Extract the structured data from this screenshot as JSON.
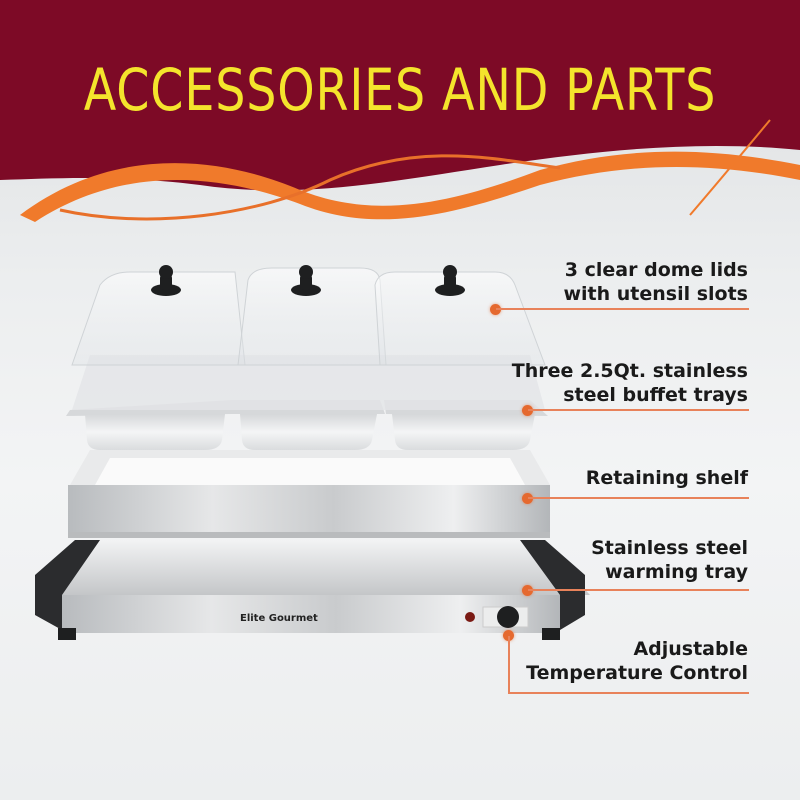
{
  "banner": {
    "title": "ACCESSORIES AND PARTS",
    "background_color": "#7d0a26",
    "title_color": "#f4e42c",
    "ribbon_color": "#f07a2b"
  },
  "product": {
    "brand": "Elite Gourmet",
    "lids": 3,
    "trays": 3
  },
  "callouts": [
    {
      "id": "lids",
      "line1": "3 clear dome lids",
      "line2": "with utensil slots"
    },
    {
      "id": "trays",
      "line1": "Three 2.5Qt. stainless",
      "line2": "steel buffet trays"
    },
    {
      "id": "shelf",
      "line1": "Retaining shelf"
    },
    {
      "id": "warming",
      "line1": "Stainless steel",
      "line2": "warming tray"
    },
    {
      "id": "control",
      "line1": "Adjustable",
      "line2": "Temperature Control"
    }
  ],
  "colors": {
    "accent": "#e5692f",
    "leader_line": "#e8825a",
    "text": "#1a1a1a"
  }
}
